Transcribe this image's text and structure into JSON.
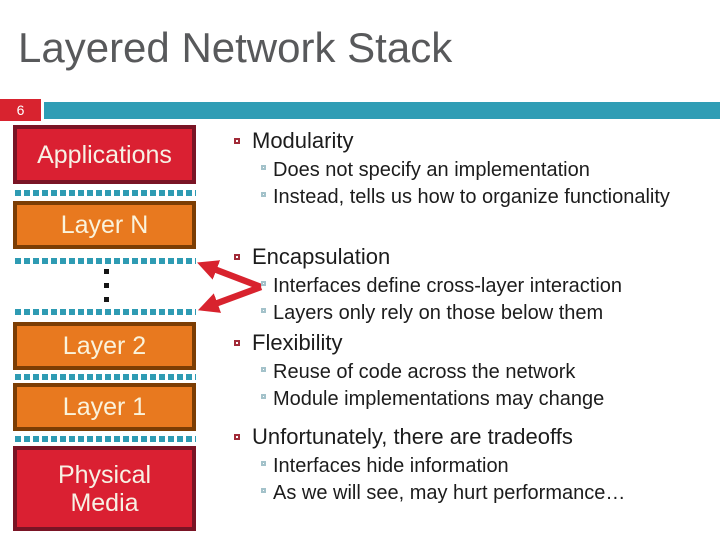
{
  "header": {
    "title": "Layered Network Stack",
    "slide_number": "6"
  },
  "stack": {
    "boxes": [
      {
        "label": "Applications",
        "style": "red"
      },
      {
        "label": "Layer N",
        "style": "orange"
      },
      {
        "label": "Layer 2",
        "style": "orange"
      },
      {
        "label": "Layer 1",
        "style": "orange"
      },
      {
        "label": "Physical Media",
        "style": "red"
      }
    ],
    "ellipsis": "⋮"
  },
  "content": {
    "sections": [
      {
        "title": "Modularity",
        "items": [
          "Does not specify an implementation",
          "Instead, tells us how to organize functionality"
        ]
      },
      {
        "title": "Encapsulation",
        "items": [
          "Interfaces define cross-layer interaction",
          "Layers only rely on those below them"
        ]
      },
      {
        "title": "Flexibility",
        "items": [
          "Reuse of code across the network",
          "Module implementations may change"
        ]
      },
      {
        "title": "Unfortunately, there are tradeoffs",
        "items": [
          "Interfaces hide information",
          "As we will see, may hurt performance…"
        ]
      }
    ]
  },
  "palette": {
    "accent_teal": "#2f9db5",
    "box_red": "#da2032",
    "box_red_border": "#7a1425",
    "box_orange": "#e8791f",
    "box_orange_border": "#7b3d04",
    "arrow_red": "#d8232e",
    "bullet_level1": "#a12b38",
    "bullet_level2": "#a3c2ca",
    "title_gray": "#58595b",
    "body_text": "#1c1c1c"
  }
}
